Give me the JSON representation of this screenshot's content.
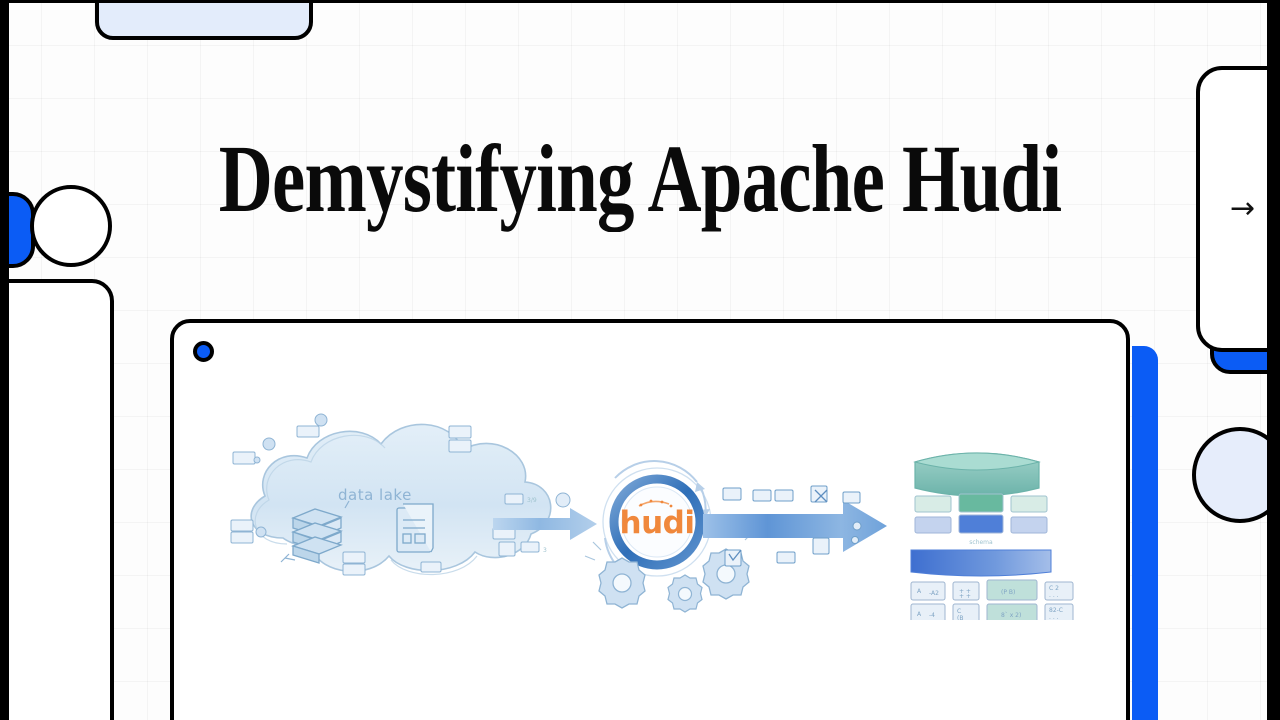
{
  "slide": {
    "title": "Demystifying Apache Hudi",
    "card_dot_color": "#0b5cf5",
    "accent_color": "#0b5cf5",
    "frame_color": "#000000",
    "background_color": "#fdfdfd"
  },
  "chrome": {
    "top_tab": {
      "name": "top-tab",
      "fill": "#e3ecfb"
    },
    "left_circle": {
      "name": "left-circle",
      "fill": "#ffffff"
    },
    "left_blue_nub": {
      "name": "left-blue-nub",
      "fill": "#0b5cf5"
    },
    "left_panel": {
      "name": "left-panel",
      "fill": "#ffffff"
    },
    "right_pill": {
      "name": "next-button",
      "arrow_glyph": "→",
      "fill": "#ffffff"
    },
    "right_blue_chip": {
      "name": "right-blue-chip",
      "fill": "#0b5cf5"
    },
    "right_circle": {
      "name": "right-circle",
      "fill": "#e6edfb"
    }
  },
  "illustration": {
    "name": "hudi-architecture-illustration",
    "style": "watercolor hand-drawn",
    "data_lake_label": "data lake",
    "hudi_logo_text": "hudi",
    "database_label": "schema",
    "colors": {
      "cloud_fill": "#d6e6f4",
      "cloud_stroke": "#a9c6de",
      "arrow_fill": "#9cc0e4",
      "arrow_fill_dark": "#6fa3d8",
      "ring_stroke": "#3d7cc0",
      "gear_fill": "#cfe1f2",
      "gear_stroke": "#8fb4d4",
      "logo_orange": "#f0883c",
      "db_top_teal": "#7fc0b8",
      "db_band_teal": "#a7d6cd",
      "db_band_blue": "#8fb0e0",
      "db_bar_blue": "#4f7fd8"
    },
    "elements": [
      "cloud",
      "server-rack-icon",
      "file-icon",
      "left-arrow",
      "hudi-ring",
      "gear-large-left",
      "gear-small-center",
      "gear-large-right",
      "right-arrow",
      "database-stack"
    ]
  }
}
